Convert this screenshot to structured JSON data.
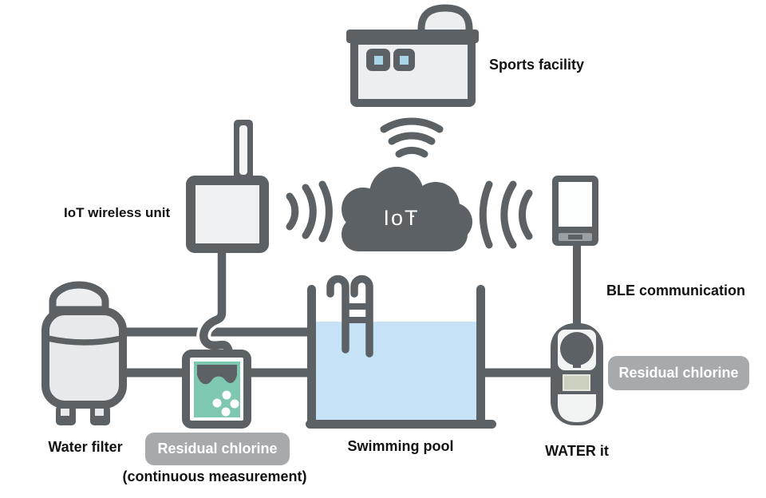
{
  "diagram": {
    "labels": {
      "sports_facility": "Sports facility",
      "iot_wireless_unit": "IoT wireless unit",
      "cloud": "IoT",
      "ble_communication": "BLE communication",
      "water_filter": "Water filter",
      "swimming_pool": "Swimming pool",
      "water_it": "WATER it",
      "continuous_note": "(continuous measurement)"
    },
    "badges": {
      "residual_chlorine_continuous": "Residual chlorine",
      "residual_chlorine_portable": "Residual chlorine"
    },
    "colors": {
      "dark_gray": "#5b6164",
      "light_fill": "#eceef0",
      "water_blue": "#c5e2f6",
      "sensor_teal": "#7ec7b1",
      "badge_gray": "#a7aaac",
      "window_blue": "#a9d4e8",
      "display_sage": "#ccd1bf"
    }
  }
}
